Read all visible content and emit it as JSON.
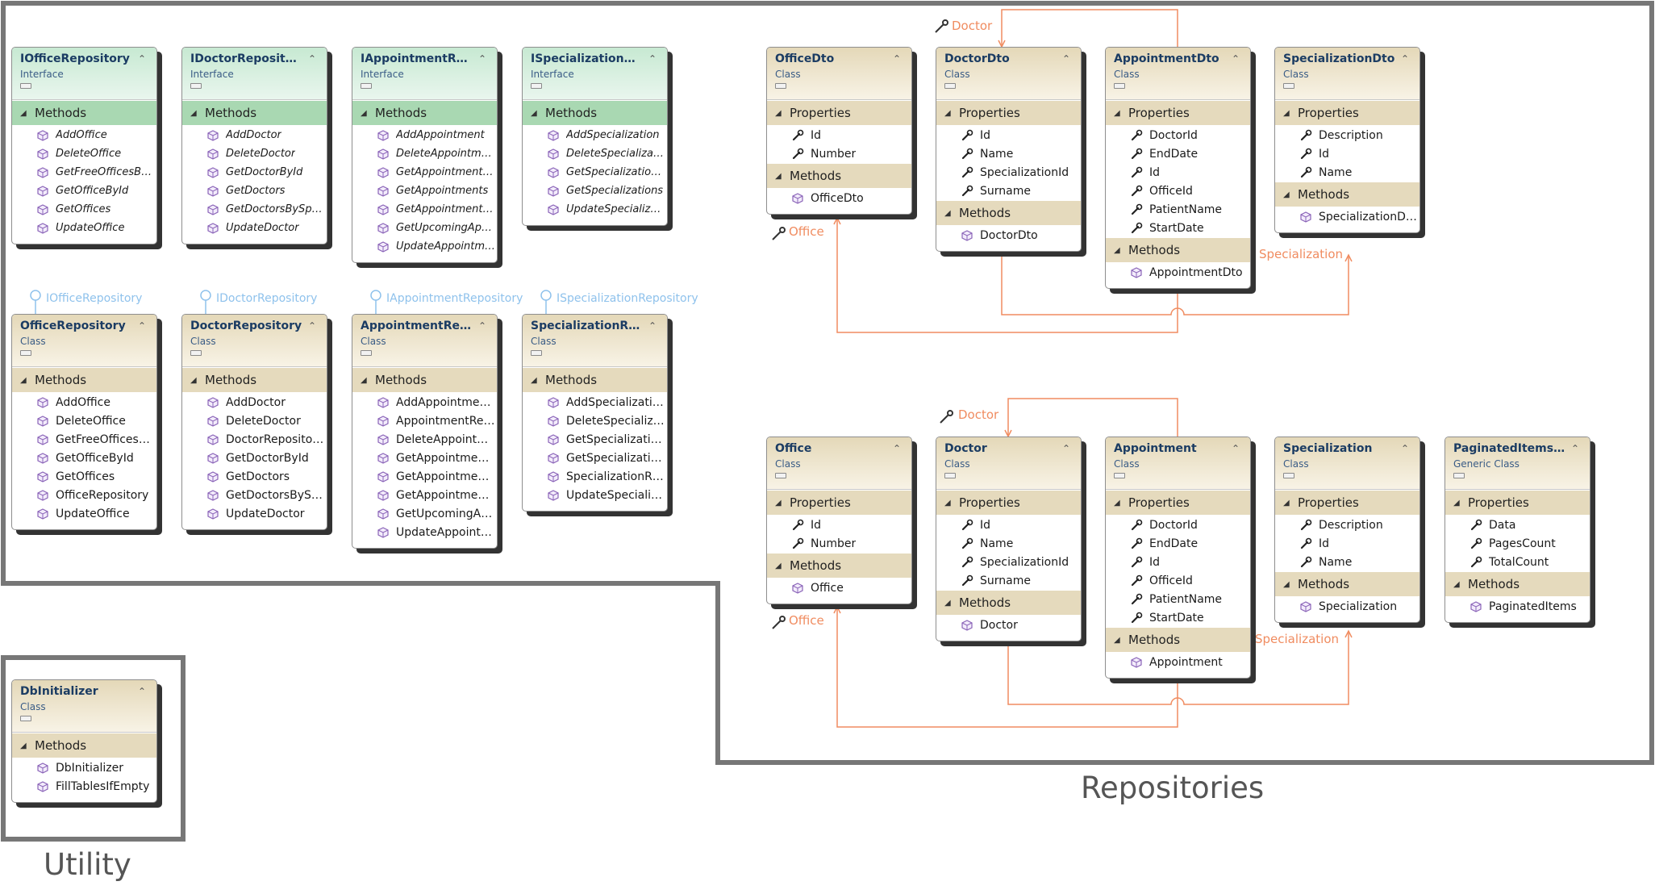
{
  "regions": {
    "repositories_label": "Repositories",
    "utility_label": "Utility"
  },
  "row1": [
    {
      "name": "IOfficeRepository",
      "kind": "Interface",
      "sections": [
        {
          "title": "Methods",
          "items": [
            "AddOffice",
            "DeleteOffice",
            "GetFreeOfficesBy…",
            "GetOfficeById",
            "GetOffices",
            "UpdateOffice"
          ]
        }
      ]
    },
    {
      "name": "IDoctorReposito…",
      "kind": "Interface",
      "sections": [
        {
          "title": "Methods",
          "items": [
            "AddDoctor",
            "DeleteDoctor",
            "GetDoctorById",
            "GetDoctors",
            "GetDoctorsBySpec…",
            "UpdateDoctor"
          ]
        }
      ]
    },
    {
      "name": "IAppointmentR…",
      "kind": "Interface",
      "sections": [
        {
          "title": "Methods",
          "items": [
            "AddAppointment",
            "DeleteAppointment",
            "GetAppointmentB…",
            "GetAppointments",
            "GetAppointments…",
            "GetUpcomingApp…",
            "UpdateAppointme…"
          ]
        }
      ]
    },
    {
      "name": "ISpecializationR…",
      "kind": "Interface",
      "sections": [
        {
          "title": "Methods",
          "items": [
            "AddSpecialization",
            "DeleteSpecializati…",
            "GetSpecialization…",
            "GetSpecializations",
            "UpdateSpecializat…"
          ]
        }
      ]
    }
  ],
  "row2": [
    {
      "name": "OfficeRepository",
      "kind": "Class",
      "lolly": "IOfficeRepository",
      "sections": [
        {
          "title": "Methods",
          "items": [
            "AddOffice",
            "DeleteOffice",
            "GetFreeOffices…",
            "GetOfficeById",
            "GetOffices",
            "OfficeRepository",
            "UpdateOffice"
          ]
        }
      ]
    },
    {
      "name": "DoctorRepository",
      "kind": "Class",
      "lolly": "IDoctorRepository",
      "sections": [
        {
          "title": "Methods",
          "items": [
            "AddDoctor",
            "DeleteDoctor",
            "DoctorReposito…",
            "GetDoctorById",
            "GetDoctors",
            "GetDoctorsByS…",
            "UpdateDoctor"
          ]
        }
      ]
    },
    {
      "name": "AppointmentRe…",
      "kind": "Class",
      "lolly": "IAppointmentRepository",
      "sections": [
        {
          "title": "Methods",
          "items": [
            "AddAppointme…",
            "AppointmentRe…",
            "DeleteAppoint…",
            "GetAppointme…",
            "GetAppointme…",
            "GetAppointme…",
            "GetUpcomingA…",
            "UpdateAppoint…"
          ]
        }
      ]
    },
    {
      "name": "SpecializationRe…",
      "kind": "Class",
      "lolly": "ISpecializationRepository",
      "sections": [
        {
          "title": "Methods",
          "items": [
            "AddSpecializati…",
            "DeleteSpecializ…",
            "GetSpecializati…",
            "GetSpecializati…",
            "SpecializationR…",
            "UpdateSpeciali…"
          ]
        }
      ]
    }
  ],
  "dtos": [
    {
      "name": "OfficeDto",
      "kind": "Class",
      "sections": [
        {
          "title": "Properties",
          "items": [
            "Id",
            "Number"
          ]
        },
        {
          "title": "Methods",
          "items": [
            "OfficeDto"
          ]
        }
      ]
    },
    {
      "name": "DoctorDto",
      "kind": "Class",
      "sections": [
        {
          "title": "Properties",
          "items": [
            "Id",
            "Name",
            "SpecializationId",
            "Surname"
          ]
        },
        {
          "title": "Methods",
          "items": [
            "DoctorDto"
          ]
        }
      ]
    },
    {
      "name": "AppointmentDto",
      "kind": "Class",
      "sections": [
        {
          "title": "Properties",
          "items": [
            "DoctorId",
            "EndDate",
            "Id",
            "OfficeId",
            "PatientName",
            "StartDate"
          ]
        },
        {
          "title": "Methods",
          "items": [
            "AppointmentDto"
          ]
        }
      ]
    },
    {
      "name": "SpecializationDto",
      "kind": "Class",
      "sections": [
        {
          "title": "Properties",
          "items": [
            "Description",
            "Id",
            "Name"
          ]
        },
        {
          "title": "Methods",
          "items": [
            "SpecializationD…"
          ]
        }
      ]
    }
  ],
  "entities": [
    {
      "name": "Office",
      "kind": "Class",
      "sections": [
        {
          "title": "Properties",
          "items": [
            "Id",
            "Number"
          ]
        },
        {
          "title": "Methods",
          "items": [
            "Office"
          ]
        }
      ]
    },
    {
      "name": "Doctor",
      "kind": "Class",
      "sections": [
        {
          "title": "Properties",
          "items": [
            "Id",
            "Name",
            "SpecializationId",
            "Surname"
          ]
        },
        {
          "title": "Methods",
          "items": [
            "Doctor"
          ]
        }
      ]
    },
    {
      "name": "Appointment",
      "kind": "Class",
      "sections": [
        {
          "title": "Properties",
          "items": [
            "DoctorId",
            "EndDate",
            "Id",
            "OfficeId",
            "PatientName",
            "StartDate"
          ]
        },
        {
          "title": "Methods",
          "items": [
            "Appointment"
          ]
        }
      ]
    },
    {
      "name": "Specialization",
      "kind": "Class",
      "sections": [
        {
          "title": "Properties",
          "items": [
            "Description",
            "Id",
            "Name"
          ]
        },
        {
          "title": "Methods",
          "items": [
            "Specialization"
          ]
        }
      ]
    },
    {
      "name": "PaginatedItems…",
      "kind": "Generic Class",
      "sections": [
        {
          "title": "Properties",
          "items": [
            "Data",
            "PagesCount",
            "TotalCount"
          ]
        },
        {
          "title": "Methods",
          "items": [
            "PaginatedItems"
          ]
        }
      ]
    }
  ],
  "utility": [
    {
      "name": "DbInitializer",
      "kind": "Class",
      "sections": [
        {
          "title": "Methods",
          "items": [
            "DbInitializer",
            "FillTablesIfEmpty"
          ]
        }
      ]
    }
  ],
  "associations": {
    "dto_doctor": "Doctor",
    "dto_office": "Office",
    "dto_specialization": "Specialization",
    "ent_doctor": "Doctor",
    "ent_office": "Office",
    "ent_specialization": "Specialization"
  },
  "colors": {
    "association": "#f08c60",
    "lollipop": "#8fc2ec",
    "region_border": "#777777",
    "interface_header": "#c7e9d2",
    "class_header": "#e4d8b8"
  }
}
